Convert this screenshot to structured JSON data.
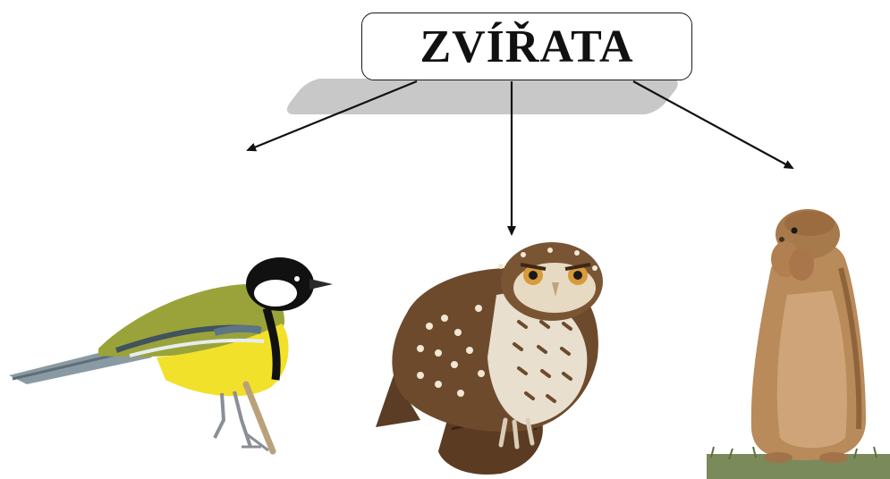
{
  "title": "ZVÍŘATA",
  "pictures": {
    "left": "great-tit-bird",
    "middle": "little-owl",
    "right": "ground-squirrel"
  },
  "colors": {
    "arrow": "#111111",
    "shadow": "#c8c8c8",
    "tit_yellow": "#f2e12a",
    "tit_olive": "#9aa33a",
    "owl_brown": "#6e4a2c",
    "squirrel_tan": "#b98a5a",
    "grass": "#7a8a5a"
  }
}
